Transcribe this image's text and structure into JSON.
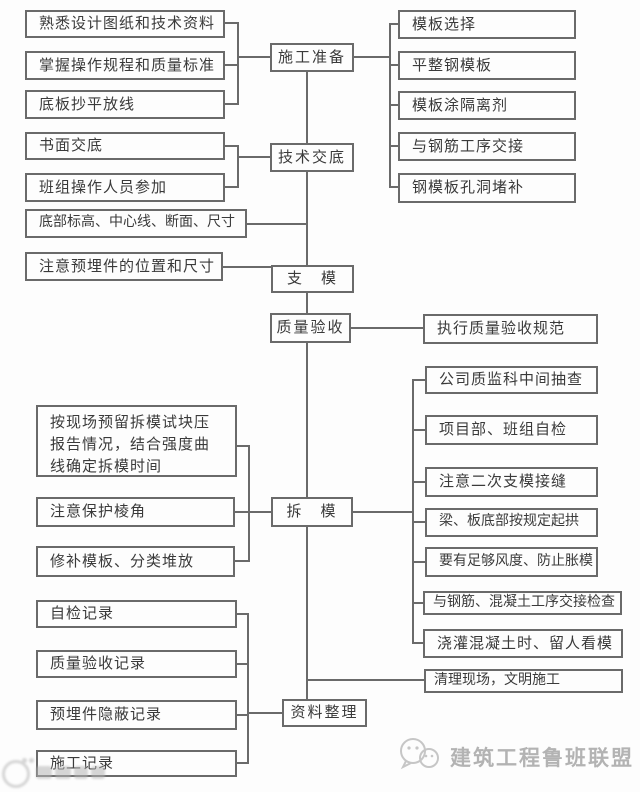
{
  "nodes": {
    "l1": "熟悉设计图纸和技术资料",
    "l2": "掌握操作规程和质量标准",
    "l3": "底板抄平放线",
    "l4": "书面交底",
    "l5": "班组操作人员参加",
    "l6": "底部标高、中心线、断面、尺寸",
    "l7": "注意预埋件的位置和尺寸",
    "l8": "按现场预留拆模试块压报告情况，结合强度曲线确定拆模时间",
    "l9": "注意保护棱角",
    "l10": "修补模板、分类堆放",
    "l11": "自检记录",
    "l12": "质量验收记录",
    "l13": "预埋件隐蔽记录",
    "l14": "施工记录",
    "c1": "施工准备",
    "c2": "技术交底",
    "c3": "支　模",
    "c4": "质量验收",
    "c5": "拆　模",
    "c6": "资料整理",
    "r1": "模板选择",
    "r2": "平整钢模板",
    "r3": "模板涂隔离剂",
    "r4": "与钢筋工序交接",
    "r5": "钢模板孔洞堵补",
    "r6": "执行质量验收规范",
    "r7": "公司质监科中间抽查",
    "r8": "项目部、班组自检",
    "r9": "注意二次支模接缝",
    "r10": "梁、板底部按规定起拱",
    "r11": "要有足够风度、防止胀模",
    "r12": "与钢筋、混凝土工序交接检查",
    "r13": "浇灌混凝土时、留人看模",
    "r14": "清理现场，文明施工"
  },
  "colors": {
    "line": "#6a6a6a",
    "text": "#3a3a3a",
    "watermark": "#b3b3b3",
    "background": "#fdfdfd"
  },
  "watermark": {
    "brand": "建筑工程鲁班联盟",
    "icon": "wechat-icon"
  }
}
